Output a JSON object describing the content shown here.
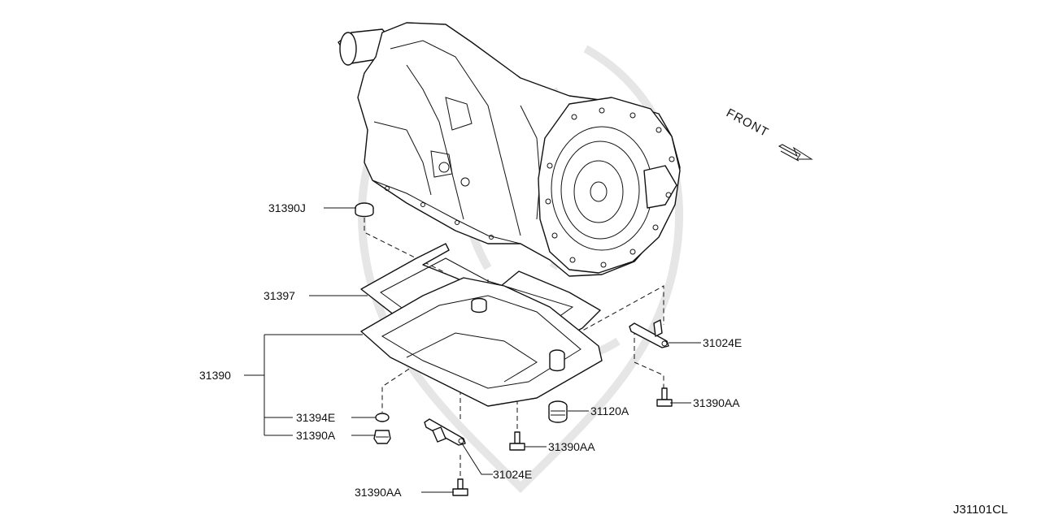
{
  "diagram_code": "J31101CL",
  "front_label": "FRONT",
  "labels": {
    "p31390J": "31390J",
    "p31397": "31397",
    "p31390": "31390",
    "p31394E": "31394E",
    "p31390A": "31390A",
    "p31024E_right": "31024E",
    "p31390AA_right": "31390AA",
    "p31120A": "31120A",
    "p31390AA_mid": "31390AA",
    "p31024E_bottom": "31024E",
    "p31390AA_bottom": "31390AA"
  }
}
